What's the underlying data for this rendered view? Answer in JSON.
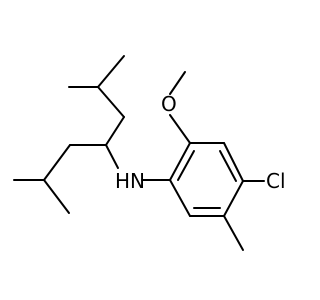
{
  "molecule": {
    "atoms": {
      "oxygen": "O",
      "chlorine": "Cl",
      "nitrogen_group": "HN"
    }
  },
  "colors": {
    "bond": "#000000",
    "text": "#000000",
    "background": "#ffffff"
  }
}
